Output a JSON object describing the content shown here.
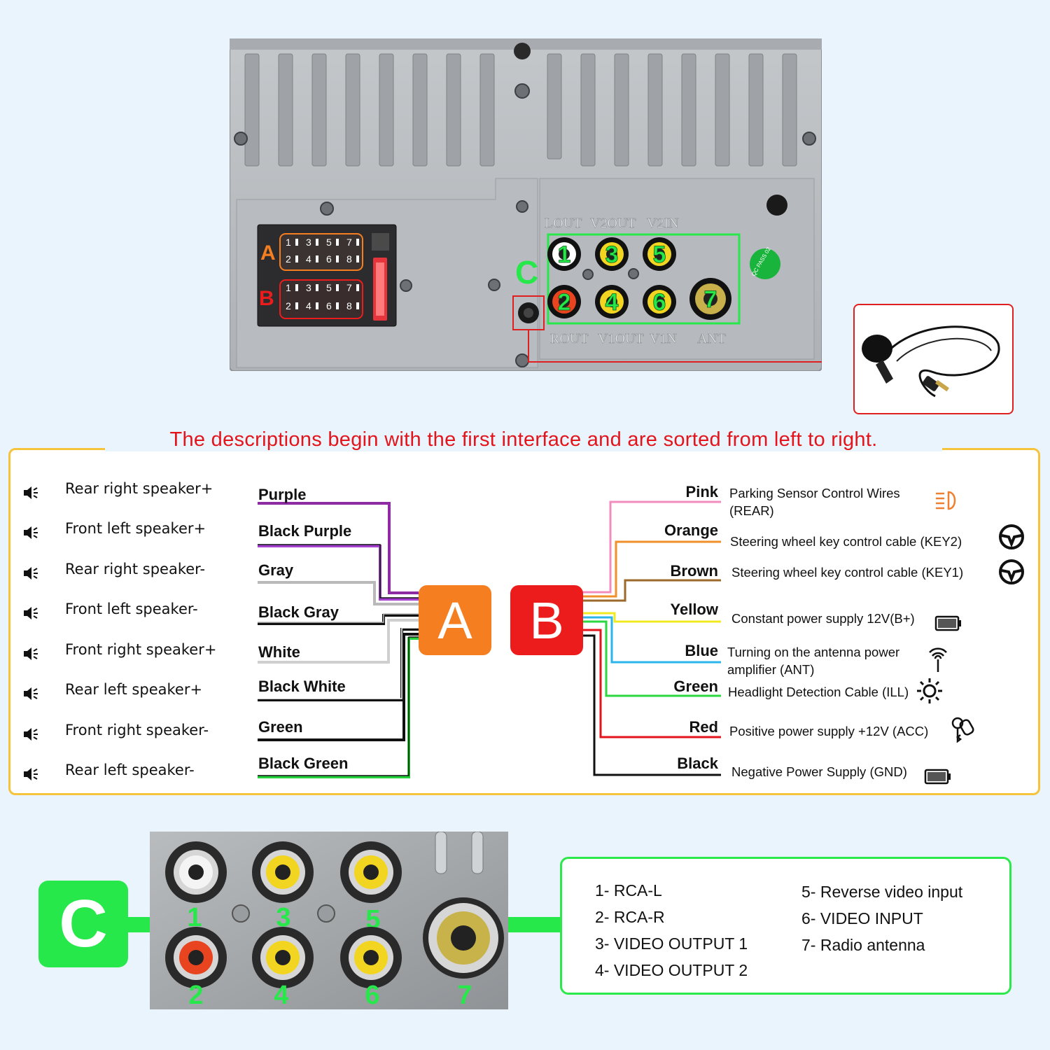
{
  "colors": {
    "accent_red": "#e3141b",
    "panel_border": "#f5c33c",
    "connector_a": "#f47e20",
    "connector_b": "#ed1c1c",
    "connector_c": "#27e84a"
  },
  "unit": {
    "connector_a_letter": "A",
    "connector_b_letter": "B",
    "connector_c_letter": "C",
    "pin_numbers_top": [
      "1",
      "3",
      "5",
      "7"
    ],
    "pin_numbers_bottom": [
      "2",
      "4",
      "6",
      "8"
    ],
    "rca_numbers": [
      "1",
      "3",
      "5",
      "2",
      "4",
      "6",
      "7"
    ],
    "port_labels_top": [
      "LOUT",
      "V2OUT",
      "V2IN"
    ],
    "port_labels_bottom": [
      "ROUT",
      "V1OUT",
      "V1N",
      "ANT"
    ],
    "badge_text": "QC PASS 02"
  },
  "panel": {
    "title": "The descriptions begin with the first interface and are sorted from left to right."
  },
  "connector_a": {
    "letter": "A",
    "speakers": [
      "Rear right speaker+",
      "Front left speaker+",
      "Rear right speaker-",
      "Front left speaker-",
      "Front right speaker+",
      "Rear left speaker+",
      "Front right speaker-",
      "Rear left speaker-"
    ],
    "wires": [
      {
        "label": "Purple",
        "color": "#8e2aa3",
        "stripe": ""
      },
      {
        "label": "Black Purple",
        "color": "#a53fd0",
        "stripe": "#111111"
      },
      {
        "label": "Gray",
        "color": "#b9b9b9",
        "stripe": ""
      },
      {
        "label": "Black Gray",
        "color": "#111111",
        "stripe": "#b9b9b9"
      },
      {
        "label": "White",
        "color": "#cfcfcf",
        "stripe": ""
      },
      {
        "label": "Black White",
        "color": "#111111",
        "stripe": "#ffffff"
      },
      {
        "label": "Green",
        "color": "#111111",
        "stripe": ""
      },
      {
        "label": "Black Green",
        "color": "#25d13c",
        "stripe": "#111111"
      }
    ]
  },
  "connector_b": {
    "letter": "B",
    "wires": [
      {
        "label": "Pink",
        "color": "#f28cbc",
        "desc": [
          "Parking Sensor Control Wires",
          "(REAR)"
        ],
        "icon": "headlight-icon"
      },
      {
        "label": "Orange",
        "color": "#f0902a",
        "desc": [
          "Steering wheel key control cable (KEY2)"
        ],
        "icon": "steering-wheel-icon"
      },
      {
        "label": "Brown",
        "color": "#9b6a2a",
        "desc": [
          "Steering wheel key control cable (KEY1)"
        ],
        "icon": "steering-wheel-icon"
      },
      {
        "label": "Yellow",
        "color": "#f2ea21",
        "desc": [
          "Constant power supply 12V(B+)"
        ],
        "icon": "battery-icon"
      },
      {
        "label": "Blue",
        "color": "#2bb5e8",
        "desc": [
          "Turning on the antenna power",
          "amplifier (ANT)"
        ],
        "icon": "antenna-icon"
      },
      {
        "label": "Green",
        "color": "#2bd840",
        "desc": [
          "Headlight Detection Cable (ILL)"
        ],
        "icon": "sun-icon"
      },
      {
        "label": "Red",
        "color": "#e3141b",
        "desc": [
          "Positive power supply +12V (ACC)"
        ],
        "icon": "car-key-icon"
      },
      {
        "label": "Black",
        "color": "#111111",
        "desc": [
          "Negative Power Supply (GND)"
        ],
        "icon": "battery-icon"
      }
    ]
  },
  "connector_c": {
    "letter": "C",
    "port_numbers": [
      "1",
      "3",
      "5",
      "2",
      "4",
      "6",
      "7"
    ],
    "items_left": [
      "1- RCA-L",
      "2- RCA-R",
      "3- VIDEO OUTPUT 1",
      "4- VIDEO OUTPUT 2"
    ],
    "items_right": [
      "5- Reverse video input",
      "6- VIDEO INPUT",
      "7- Radio antenna"
    ]
  }
}
